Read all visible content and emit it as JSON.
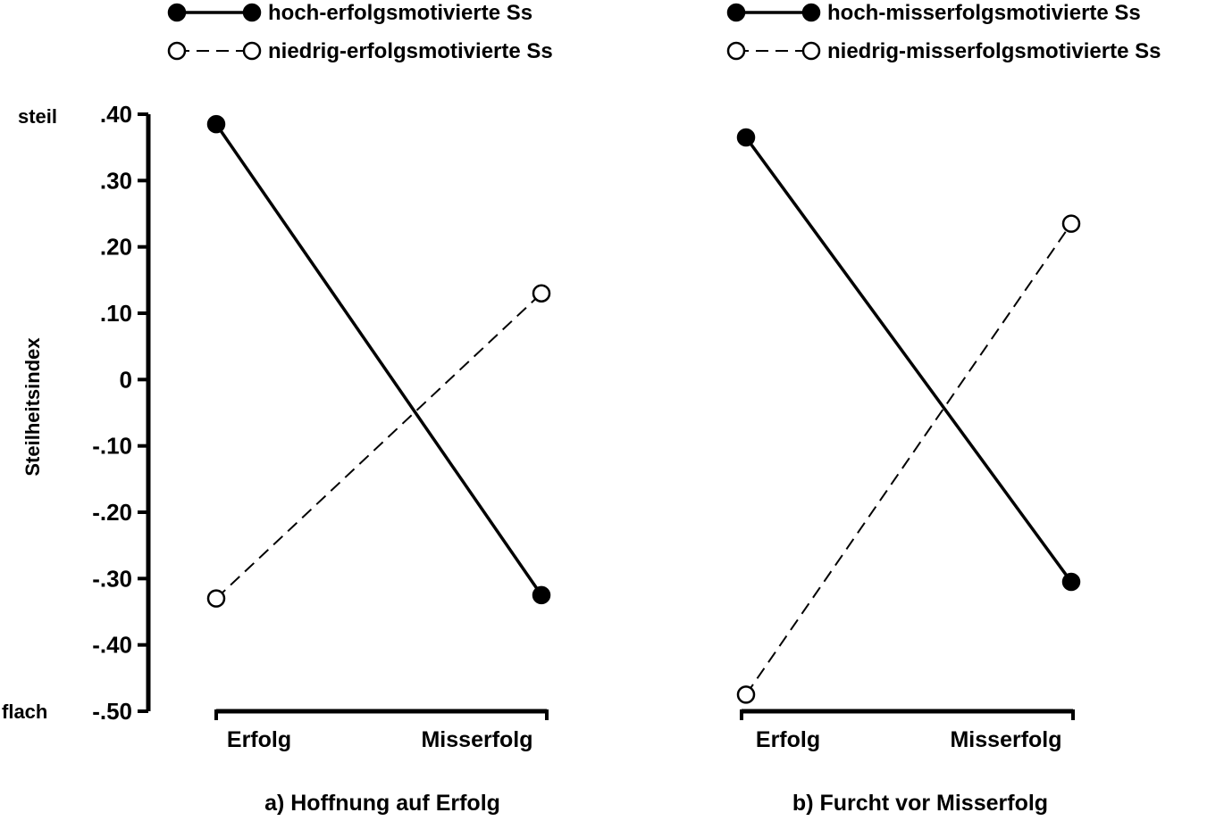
{
  "y_axis": {
    "title": "Steilheitsindex",
    "top_label": "steil",
    "bottom_label": "flach",
    "ticks": [
      {
        "value": 0.4,
        "label": ".40"
      },
      {
        "value": 0.3,
        "label": ".30"
      },
      {
        "value": 0.2,
        "label": ".20"
      },
      {
        "value": 0.1,
        "label": ".10"
      },
      {
        "value": 0,
        "label": "0"
      },
      {
        "value": -0.1,
        "label": "-.10"
      },
      {
        "value": -0.2,
        "label": "-.20"
      },
      {
        "value": -0.3,
        "label": "-.30"
      },
      {
        "value": -0.4,
        "label": "-.40"
      },
      {
        "value": -0.5,
        "label": "-.50"
      }
    ]
  },
  "chart_data": [
    {
      "type": "line",
      "title": "a) Hoffnung auf Erfolg",
      "categories": [
        "Erfolg",
        "Misserfolg"
      ],
      "ylim": [
        -0.5,
        0.4
      ],
      "legend_position": "top",
      "series": [
        {
          "name": "hoch-erfolgsmotivierte Ss",
          "values": [
            0.385,
            -0.325
          ],
          "marker": "filled",
          "line": "solid",
          "color": "#000000"
        },
        {
          "name": "niedrig-erfolgsmotivierte Ss",
          "values": [
            -0.33,
            0.13
          ],
          "marker": "open",
          "line": "dashed",
          "color": "#000000"
        }
      ]
    },
    {
      "type": "line",
      "title": "b) Furcht vor Misserfolg",
      "categories": [
        "Erfolg",
        "Misserfolg"
      ],
      "ylim": [
        -0.5,
        0.4
      ],
      "legend_position": "top",
      "series": [
        {
          "name": "hoch-misserfolgsmotivierte Ss",
          "values": [
            0.365,
            -0.305
          ],
          "marker": "filled",
          "line": "solid",
          "color": "#000000"
        },
        {
          "name": "niedrig-misserfolgsmotivierte Ss",
          "values": [
            -0.475,
            0.235
          ],
          "marker": "open",
          "line": "dashed",
          "color": "#000000"
        }
      ]
    }
  ]
}
